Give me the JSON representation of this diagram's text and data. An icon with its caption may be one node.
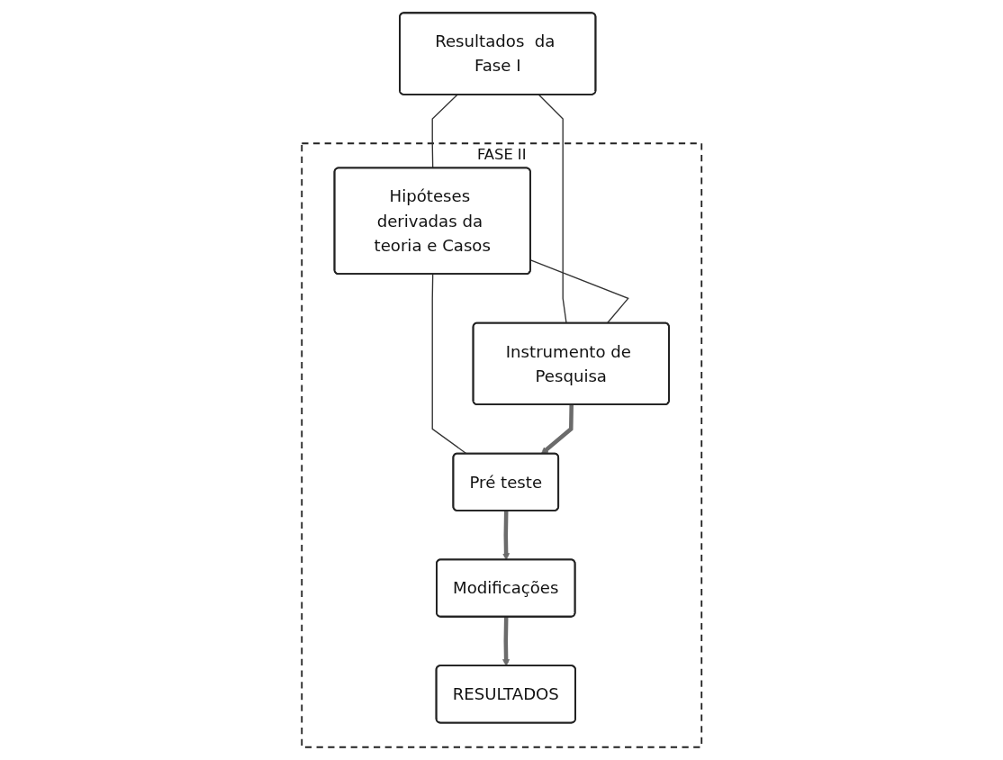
{
  "diagram": {
    "nodes": [
      {
        "text": [
          "Resultados  da Fase I"
        ]
      },
      {
        "text": [
          "FASE II"
        ]
      },
      {
        "text": [
          "Hipóteses derivadas da teoria e Casos"
        ],
        "in": 1
      },
      {
        "text": [
          "Instrumento de Pesquisa"
        ],
        "in": 1
      },
      {
        "text": [
          "Pré teste"
        ],
        "in": 1
      },
      {
        "text": [
          "Modificações"
        ],
        "in": 1
      },
      {
        "text": [
          "RESULTADOS"
        ],
        "in": 1
      }
    ],
    "edges": [
      {
        "from": 0,
        "to": 2,
        "arrow": "none"
      },
      {
        "from": 0,
        "to": 3,
        "arrow": "none"
      },
      {
        "from": 2,
        "to": 3,
        "arrow": "none"
      },
      {
        "from": 2,
        "to": 4,
        "arrow": "none"
      },
      {
        "from": 3,
        "to": 4,
        "arrow": "to",
        "style": "thick",
        "color": "#6b6b6b"
      },
      {
        "from": 4,
        "to": 5,
        "arrow": "to",
        "style": "thick",
        "color": "#6b6b6b"
      },
      {
        "from": 5,
        "to": 6,
        "arrow": "to",
        "style": "thick",
        "color": "#6b6b6b"
      }
    ]
  }
}
